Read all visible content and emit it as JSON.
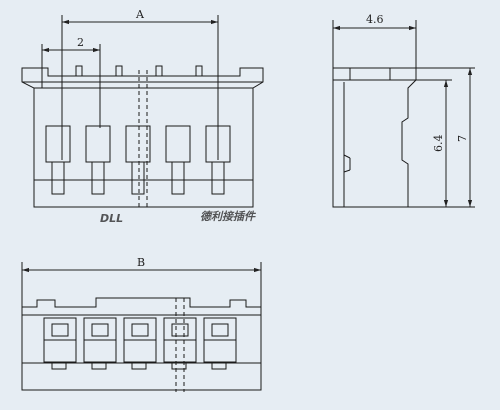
{
  "drawing": {
    "background_color": "#e6edf3",
    "line_color": "#1a1a1a",
    "watermark_color": "#c9d3dd"
  },
  "dimensions": {
    "front_width": "A",
    "pitch": "2",
    "side_depth": "4.6",
    "side_height_inner": "6.4",
    "side_height_total": "7",
    "bottom_width": "B"
  },
  "watermark": {
    "latin": "DLL",
    "chinese": "德利接插件"
  }
}
